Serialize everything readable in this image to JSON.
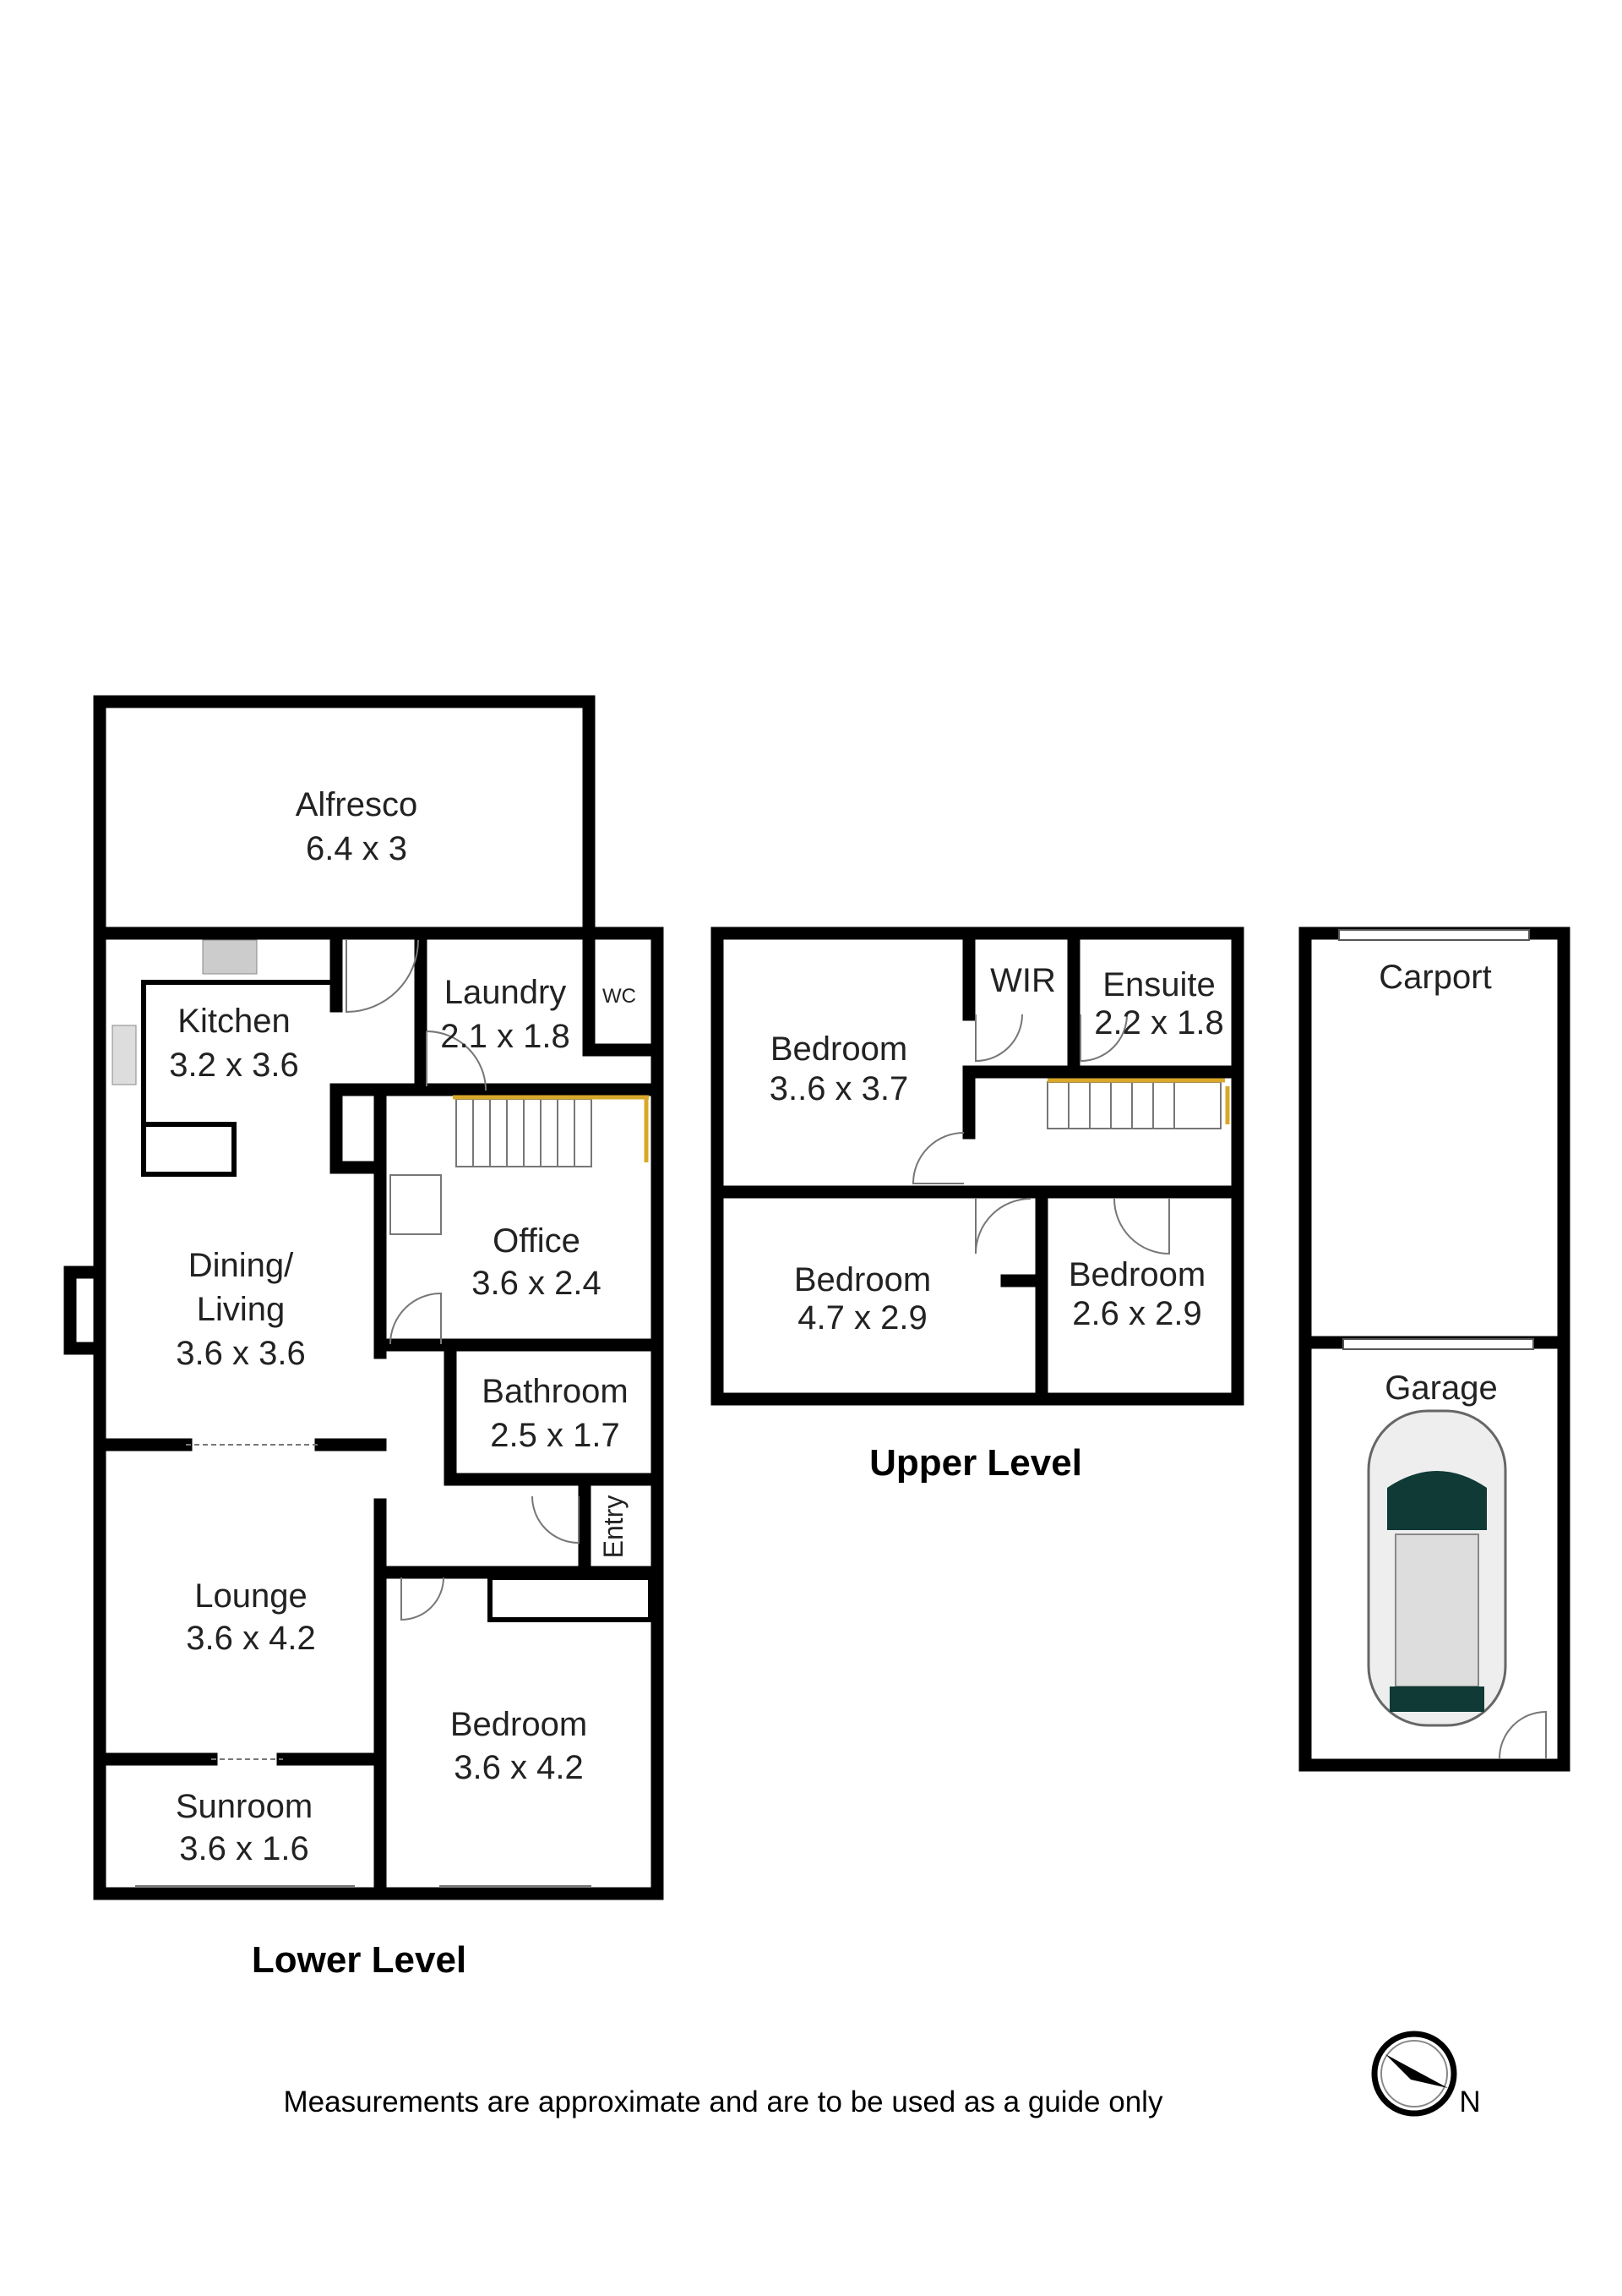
{
  "lower_level": {
    "title": "Lower Level",
    "rooms": {
      "alfresco": {
        "name": "Alfresco",
        "size": "6.4 x 3"
      },
      "kitchen": {
        "name": "Kitchen",
        "size": "3.2 x 3.6"
      },
      "laundry": {
        "name": "Laundry",
        "size": "2.1 x 1.8"
      },
      "wc": {
        "name": "WC"
      },
      "office": {
        "name": "Office",
        "size": "3.6 x 2.4"
      },
      "dining": {
        "name_line1": "Dining/",
        "name_line2": "Living",
        "size": "3.6 x 3.6"
      },
      "bathroom": {
        "name": "Bathroom",
        "size": "2.5 x 1.7"
      },
      "entry": {
        "name": "Entry"
      },
      "lounge": {
        "name": "Lounge",
        "size": "3.6 x 4.2"
      },
      "bedroom": {
        "name": "Bedroom",
        "size": "3.6 x 4.2"
      },
      "sunroom": {
        "name": "Sunroom",
        "size": "3.6 x 1.6"
      }
    }
  },
  "upper_level": {
    "title": "Upper Level",
    "rooms": {
      "bedroom1": {
        "name": "Bedroom",
        "size": "3..6 x 3.7"
      },
      "wir": {
        "name": "WIR"
      },
      "ensuite": {
        "name": "Ensuite",
        "size": "2.2 x 1.8"
      },
      "bedroom2": {
        "name": "Bedroom",
        "size": "4.7 x 2.9"
      },
      "bedroom3": {
        "name": "Bedroom",
        "size": "2.6 x 2.9"
      }
    }
  },
  "outbuilding": {
    "carport": {
      "name": "Carport"
    },
    "garage": {
      "name": "Garage"
    }
  },
  "disclaimer": "Measurements are approximate and are to be used as a guide only",
  "compass": {
    "label": "N",
    "icon": "compass-icon"
  },
  "colors": {
    "wall": "#000000",
    "stair_rail": "#d9a82a",
    "car_glass": "#0f3a36"
  }
}
